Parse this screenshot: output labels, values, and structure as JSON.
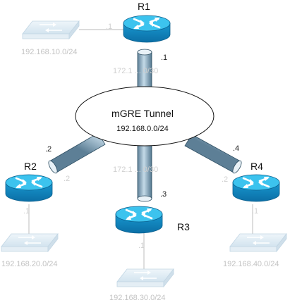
{
  "tunnel": {
    "title": "mGRE Tunnel",
    "subnet": "192.168.0.0/24"
  },
  "routers": {
    "r1": {
      "name": "R1",
      "lan_iface": ".1",
      "tunnel_iface": ".1",
      "wan_subnet": "172.1 ... 0/30"
    },
    "r2": {
      "name": "R2",
      "lan_iface": ".1",
      "tunnel_iface": ".2",
      "wan_iface": ".2"
    },
    "r3": {
      "name": "R3",
      "lan_iface": ".1",
      "tunnel_iface": ".3",
      "wan_subnet": "172.1 ... 0/30"
    },
    "r4": {
      "name": "R4",
      "lan_iface": ".1",
      "tunnel_iface": ".4",
      "wan_iface": ".2"
    }
  },
  "lans": {
    "lan10": "192.168.10.0/24",
    "lan20": "192.168.20.0/24",
    "lan30": "192.168.30.0/24",
    "lan40": "192.168.40.0/24"
  },
  "colors": {
    "router_top": "#3ec4ee",
    "router_body": "#0f87c4",
    "tube": "#9ab6c8",
    "switch": "#dbe9f3"
  },
  "icons": {
    "router": "router-icon",
    "switch": "switch-icon"
  }
}
